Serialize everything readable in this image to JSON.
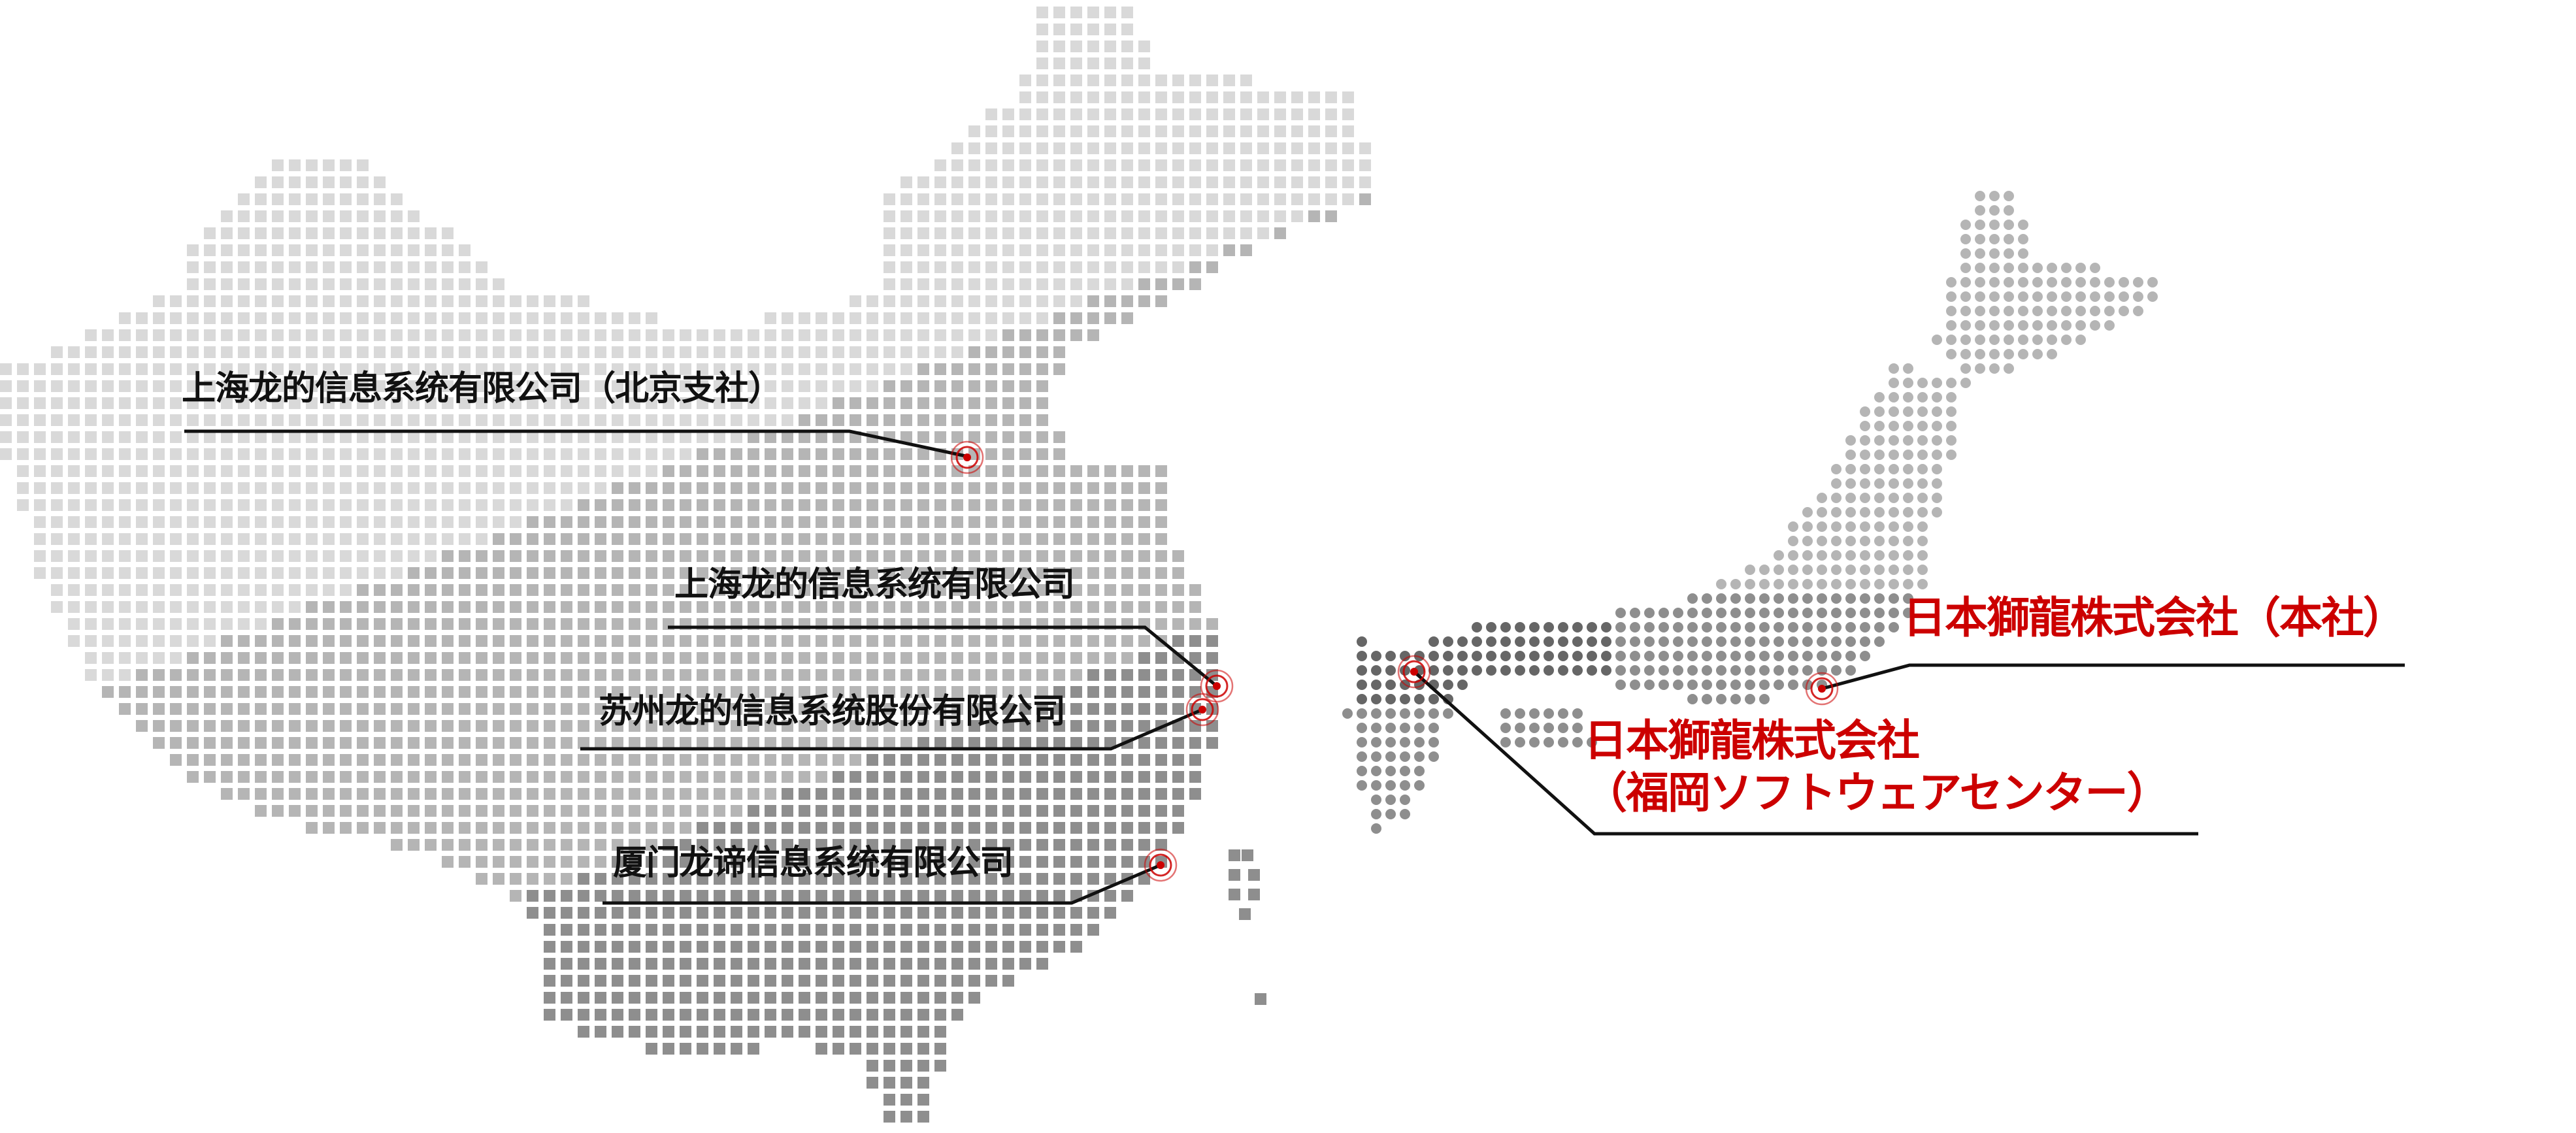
{
  "offices": {
    "beijing": {
      "name": "上海龙的信息系统有限公司（北京支社）"
    },
    "shanghai": {
      "name": "上海龙的信息系统有限公司"
    },
    "suzhou": {
      "name": "苏州龙的信息系统股份有限公司"
    },
    "xiamen": {
      "name": "厦门龙谛信息系统有限公司"
    },
    "tokyo": {
      "name": "日本獅龍株式会社（本社）"
    },
    "fukuoka": {
      "line1": "日本獅龍株式会社",
      "line2": "（福岡ソフトウェアセンター）"
    }
  },
  "colors": {
    "marker": "#cc0000",
    "china_label": "#111111",
    "japan_label": "#cc0000",
    "leader_line": "#111111",
    "map_dot_light": "#d9d9d9",
    "map_dot_mid": "#b5b5b5",
    "map_dot_dark": "#8e8e8e",
    "map_dot_darkest": "#666666"
  },
  "icons": {
    "office_marker": "concentric-circle-marker-icon"
  }
}
